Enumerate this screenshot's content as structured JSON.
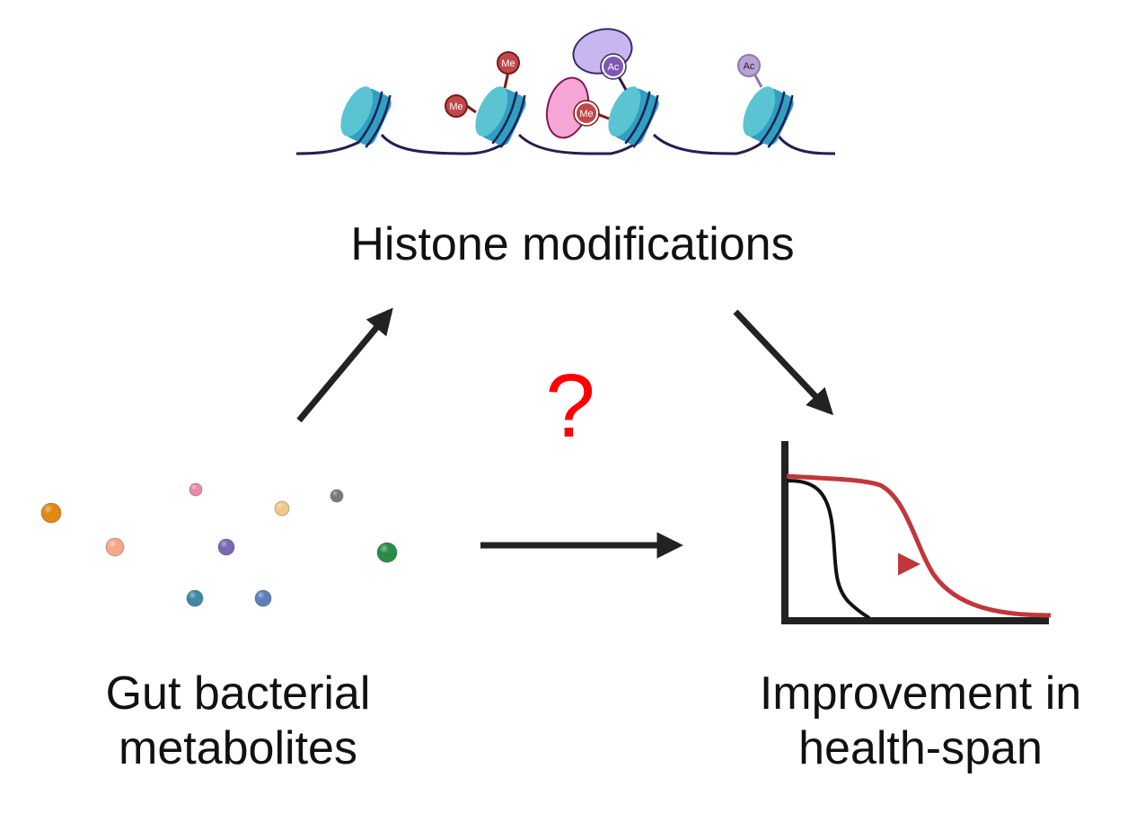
{
  "labels": {
    "histone_modifications": "Histone modifications",
    "gut_bacterial_metabolites_line1": "Gut bacterial",
    "gut_bacterial_metabolites_line2": "metabolites",
    "improvement_line1": "Improvement in",
    "improvement_line2": "health-span",
    "question_mark": "?"
  },
  "histone_marks": [
    {
      "label": "Me",
      "type": "methylation"
    },
    {
      "label": "Me",
      "type": "methylation"
    },
    {
      "label": "Me",
      "type": "methylation",
      "bound_reader": true
    },
    {
      "label": "Ac",
      "type": "acetylation",
      "bound_reader": true
    },
    {
      "label": "Ac",
      "type": "acetylation"
    }
  ],
  "colors": {
    "arrow": "#222222",
    "question": "#ff0000",
    "methyl": "#c0474a",
    "acetyl_dark": "#7e58b3",
    "acetyl_light": "#b9a2d4",
    "reader_purple": "#c8b7ee",
    "reader_pink": "#f6a6d4",
    "nucleosome_light": "#5bc4d3",
    "nucleosome_dark": "#2f9fc2",
    "dna": "#231f52",
    "curve_control": "#111111",
    "curve_treated": "#c2363a"
  },
  "metabolites": [
    {
      "color": "#e08a12",
      "name": "orange"
    },
    {
      "color": "#f2a98a",
      "name": "peach"
    },
    {
      "color": "#e98aa6",
      "name": "pink"
    },
    {
      "color": "#f0c888",
      "name": "tan"
    },
    {
      "color": "#7a68b3",
      "name": "purple"
    },
    {
      "color": "#7a7a7a",
      "name": "gray"
    },
    {
      "color": "#2a8c46",
      "name": "green"
    },
    {
      "color": "#3f89a8",
      "name": "teal"
    },
    {
      "color": "#5f7fb8",
      "name": "blue"
    }
  ]
}
